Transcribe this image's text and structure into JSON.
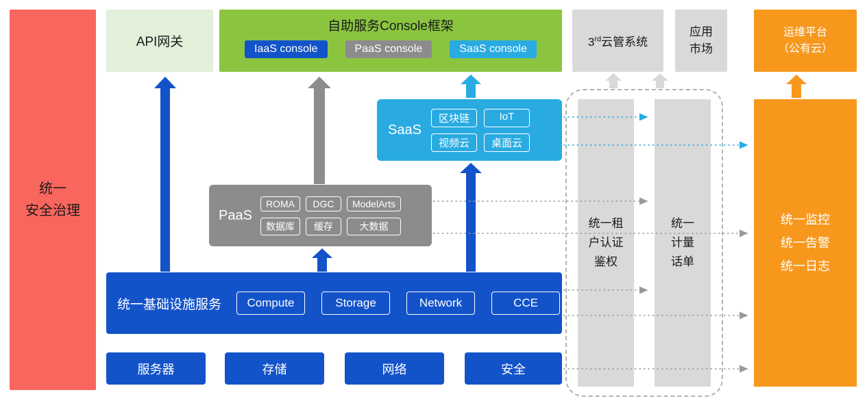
{
  "colors": {
    "red": "#F9665E",
    "light-green": "#E2F0DA",
    "green": "#8BC540",
    "blue": "#1353CA",
    "cyan": "#29ABE2",
    "gray": "#8C8C8C",
    "light-gray": "#D9D9D9",
    "orange": "#F7981D",
    "line-gray": "#9A9A9A",
    "dash-border": "#B3B3B3"
  },
  "left_bar": {
    "label": "统一\n安全治理"
  },
  "top": {
    "api_gateway": "API网关",
    "console_frame": {
      "title": "自助服务Console框架",
      "buttons": [
        {
          "label": "IaaS console"
        },
        {
          "label": "PaaS console"
        },
        {
          "label": "SaaS console"
        }
      ]
    },
    "third_party": {
      "prefix": "3",
      "sup": "rd",
      "suffix": "云管系统"
    },
    "app_market": "应用\n市场",
    "om_platform": "运维平台\n（公有云）"
  },
  "saas": {
    "label": "SaaS",
    "chips": [
      "区块链",
      "IoT",
      "视频云",
      "桌面云"
    ]
  },
  "paas": {
    "label": "PaaS",
    "chips": [
      "ROMA",
      "DGC",
      "ModelArts",
      "数据库",
      "缓存",
      "大数据"
    ]
  },
  "infra": {
    "label": "统一基础设施服务",
    "chips": [
      "Compute",
      "Storage",
      "Network",
      "CCE"
    ]
  },
  "foundation": {
    "items": [
      "服务器",
      "存储",
      "网络",
      "安全"
    ]
  },
  "right": {
    "auth_bar": "统一租\n户认证\n鉴权",
    "metering_bar": "统一\n计量\n话单",
    "monitor_bar": "统一监控\n统一告警\n统一日志"
  }
}
